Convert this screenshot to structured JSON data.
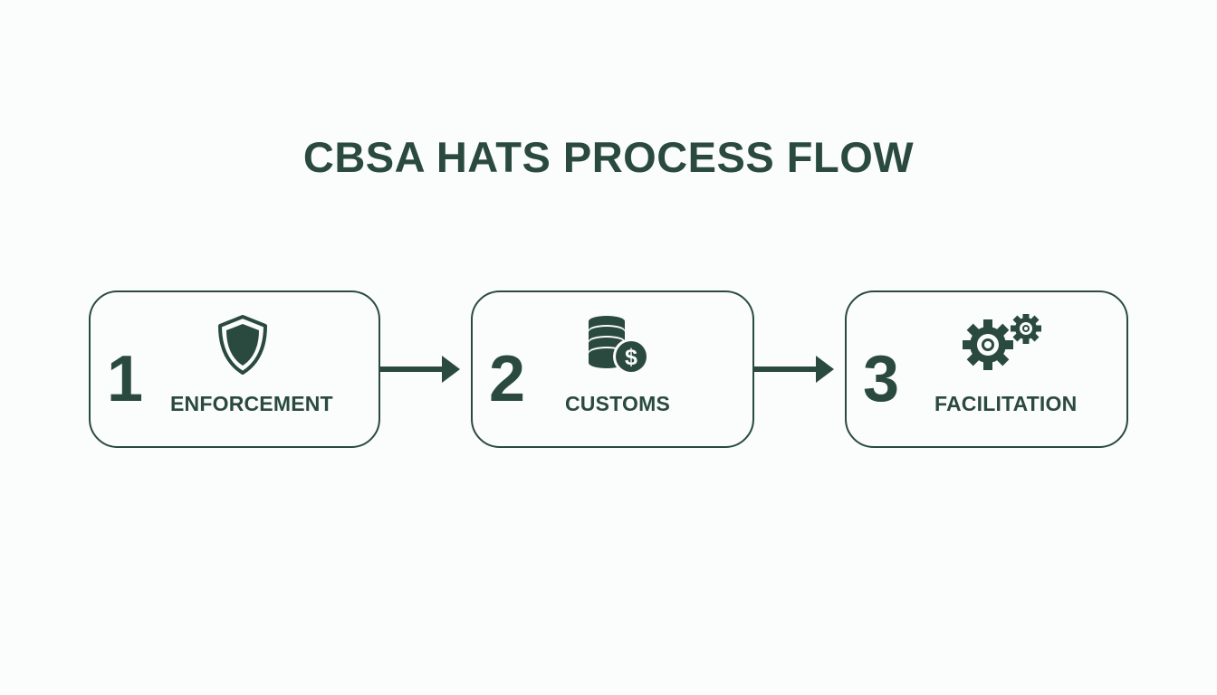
{
  "title": "CBSA HATS PROCESS FLOW",
  "colors": {
    "primary": "#2a4a40",
    "background": "#fbfcfc"
  },
  "steps": [
    {
      "number": "1",
      "label": "ENFORCEMENT",
      "icon": "shield-icon"
    },
    {
      "number": "2",
      "label": "CUSTOMS",
      "icon": "coins-dollar-icon"
    },
    {
      "number": "3",
      "label": "FACILITATION",
      "icon": "gears-icon"
    }
  ]
}
